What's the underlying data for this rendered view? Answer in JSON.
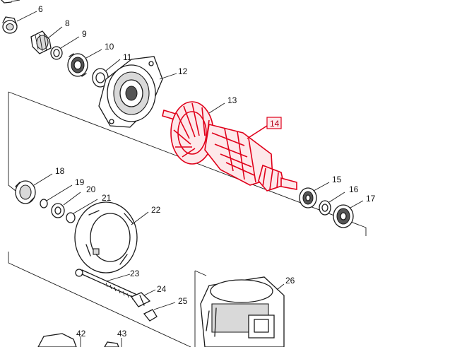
{
  "highlight_color": "#e0001a",
  "highlighted_part": "14",
  "parts": [
    {
      "id": "p6",
      "number": "6"
    },
    {
      "id": "p8",
      "number": "8"
    },
    {
      "id": "p9",
      "number": "9"
    },
    {
      "id": "p10",
      "number": "10"
    },
    {
      "id": "p11",
      "number": "11"
    },
    {
      "id": "p12",
      "number": "12"
    },
    {
      "id": "p13",
      "number": "13"
    },
    {
      "id": "p14",
      "number": "14"
    },
    {
      "id": "p15",
      "number": "15"
    },
    {
      "id": "p16",
      "number": "16"
    },
    {
      "id": "p17",
      "number": "17"
    },
    {
      "id": "p18",
      "number": "18"
    },
    {
      "id": "p19",
      "number": "19"
    },
    {
      "id": "p20",
      "number": "20"
    },
    {
      "id": "p21",
      "number": "21"
    },
    {
      "id": "p22",
      "number": "22"
    },
    {
      "id": "p23",
      "number": "23"
    },
    {
      "id": "p24",
      "number": "24"
    },
    {
      "id": "p25",
      "number": "25"
    },
    {
      "id": "p26",
      "number": "26"
    },
    {
      "id": "p42",
      "number": "42"
    },
    {
      "id": "p43",
      "number": "43"
    }
  ]
}
